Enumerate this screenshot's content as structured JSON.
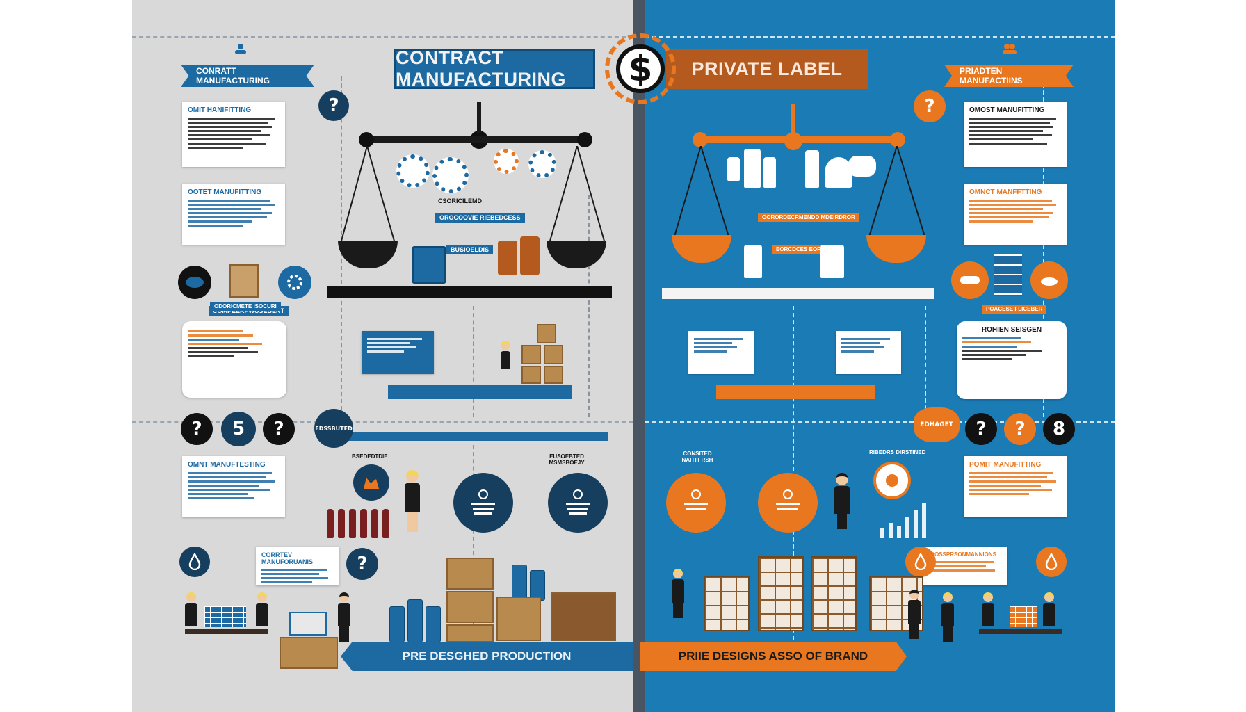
{
  "header": {
    "title_left": "CONTRACT  MANUFACTURING",
    "title_right": "PRIVATE LABEL",
    "center_symbol": "$",
    "ribbon_left": "CONRATT MANUFACTURING",
    "ribbon_right": "PRIADTEN MANUFACTIINS"
  },
  "left": {
    "cards": [
      {
        "title": "OMIT HANIFITTING",
        "style": "black"
      },
      {
        "title": "OOTET MANUFITTING",
        "style": "blue"
      },
      {
        "title": "COMPEERPWUSEBENT",
        "style": "orange"
      },
      {
        "title": "OMNT MANUFTESTING",
        "style": "blue"
      },
      {
        "title": "CORRTEV MANUFORUANIS",
        "style": "blue"
      }
    ],
    "icon_label": "ODORICMETE ISOCURI",
    "scale_caption": "CSORICILEMD",
    "scale_tag": "OROCOOVIE RIEBEDCESS",
    "scale_tag2": "BUSIOELDIS",
    "circle_numbers": [
      "?",
      "5",
      "?"
    ],
    "node_tag": "EDSSBUTED",
    "node_caption1": "BSEDEDTDIE",
    "node_caption2": "EUSOEBTED MSMSBOEJY",
    "q_marks": [
      "?",
      "?",
      "?"
    ]
  },
  "right": {
    "cards": [
      {
        "title": "OMOST MANUFITTING",
        "style": "black"
      },
      {
        "title": "OMNCT MANFFTTING",
        "style": "orange"
      },
      {
        "title": "ROHIEN SEISGEN",
        "style": "blue"
      },
      {
        "title": "POMIT MANUFITTING",
        "style": "orange"
      },
      {
        "title": "ODOSSPRSONMANNIONS",
        "style": "orange"
      }
    ],
    "scale_tag": "OORORDECRMENDD MDEIRDROR",
    "scale_tag2": "EORCDCES EORRS",
    "side_tag": "POACESE FLICEBER",
    "circle_numbers": [
      "?",
      "?",
      "8"
    ],
    "node_tag": "EDHAGET",
    "node_caption1": "CONSITED NAITIIFRSH",
    "node_caption2": "RIBEDRS DIRSTINED"
  },
  "footer": {
    "left": "PRE DESGHED PRODUCTION",
    "right": "PRIIE DESIGNS ASSO OF BRAND"
  },
  "colors": {
    "left_bg": "#d9d9d9",
    "right_bg": "#1b7bb5",
    "accent_blue": "#1d6aa2",
    "accent_orange": "#e8771f",
    "accent_brown": "#b45a1f"
  }
}
